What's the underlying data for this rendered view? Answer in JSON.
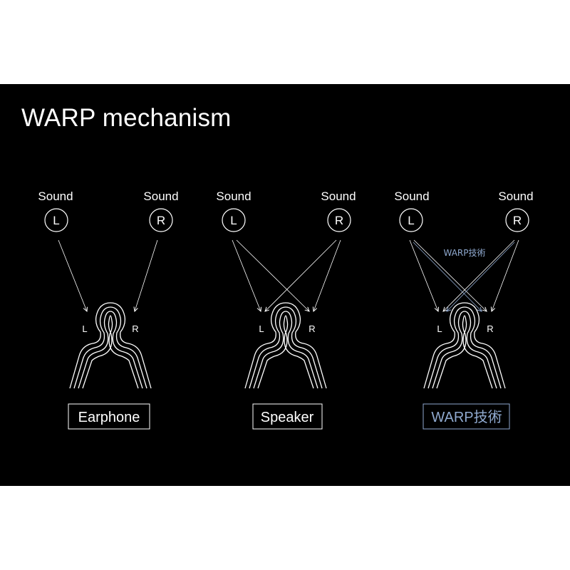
{
  "title": "WARP mechanism",
  "colors": {
    "background": "#000000",
    "foreground": "#ffffff",
    "accent": "#8fa9cf"
  },
  "panels": [
    {
      "left_source": {
        "label": "Sound",
        "channel": "L"
      },
      "right_source": {
        "label": "Sound",
        "channel": "R"
      },
      "ear_left": "L",
      "ear_right": "R",
      "caption": "Earphone",
      "routing": "direct"
    },
    {
      "left_source": {
        "label": "Sound",
        "channel": "L"
      },
      "right_source": {
        "label": "Sound",
        "channel": "R"
      },
      "ear_left": "L",
      "ear_right": "R",
      "caption": "Speaker",
      "routing": "crossed"
    },
    {
      "left_source": {
        "label": "Sound",
        "channel": "L"
      },
      "right_source": {
        "label": "Sound",
        "channel": "R"
      },
      "ear_left": "L",
      "ear_right": "R",
      "caption": "WARP技術",
      "annotation": "WARP技術",
      "routing": "crossed-with-cancellation"
    }
  ]
}
